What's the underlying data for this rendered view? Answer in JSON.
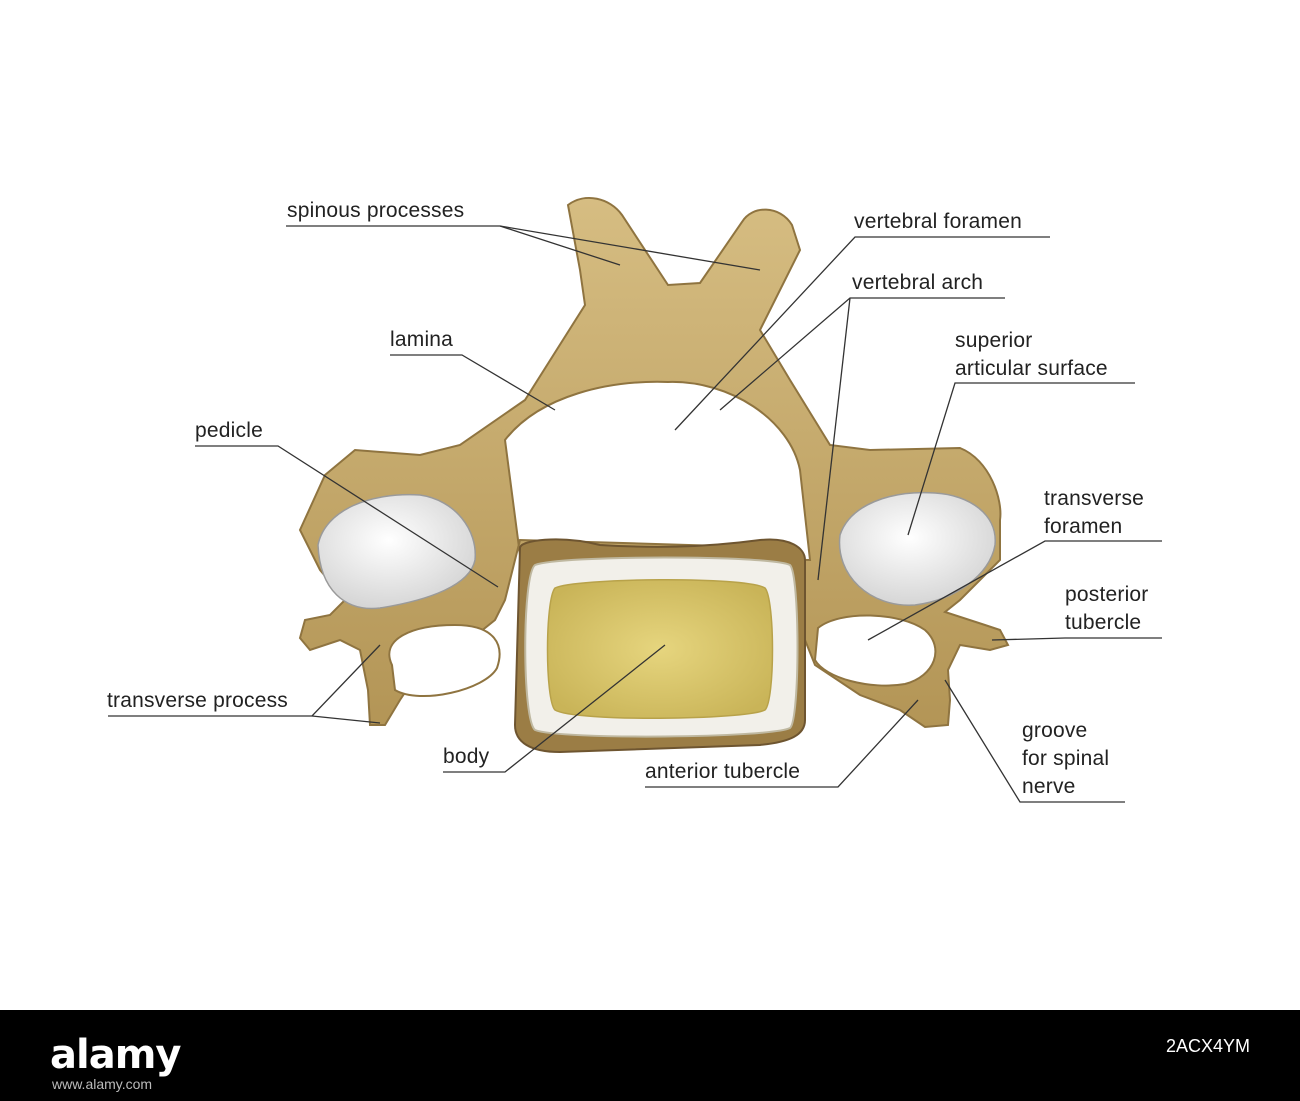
{
  "diagram": {
    "labels": {
      "spinous_processes": "spinous processes",
      "vertebral_foramen": "vertebral foramen",
      "vertebral_arch": "vertebral arch",
      "lamina": "lamina",
      "superior_articular_surface": "superior\narticular surface",
      "pedicle": "pedicle",
      "transverse_foramen": "transverse\nforamen",
      "posterior_tubercle": "posterior\ntubercle",
      "transverse_process": "transverse process",
      "body": "body",
      "anterior_tubercle": "anterior tubercle",
      "groove_for_spinal_nerve": "groove\nfor spinal\nnerve"
    },
    "colors": {
      "bone": "#c8ad6e",
      "bone_dark": "#8f7440",
      "cartilage": "#e8e8e8",
      "cancellous": "#d9c56a",
      "leader_line": "#333333"
    }
  },
  "footer": {
    "logo": "alamy",
    "url": "www.alamy.com",
    "image_id": "2ACX4YM"
  }
}
